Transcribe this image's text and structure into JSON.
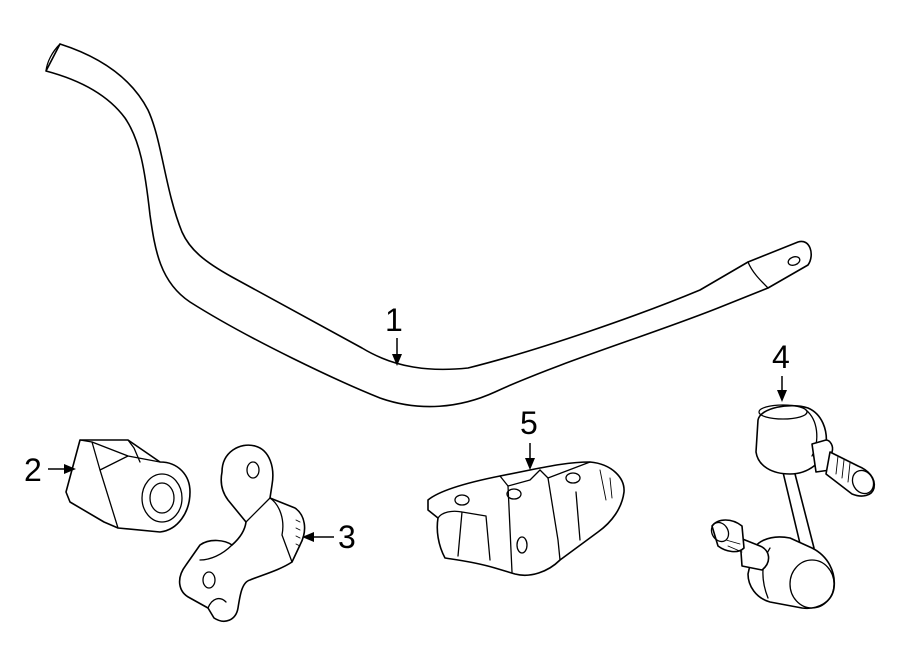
{
  "callouts": {
    "c1": "1",
    "c2": "2",
    "c3": "3",
    "c4": "4",
    "c5": "5"
  },
  "colors": {
    "stroke": "#000000",
    "fill": "#ffffff"
  }
}
